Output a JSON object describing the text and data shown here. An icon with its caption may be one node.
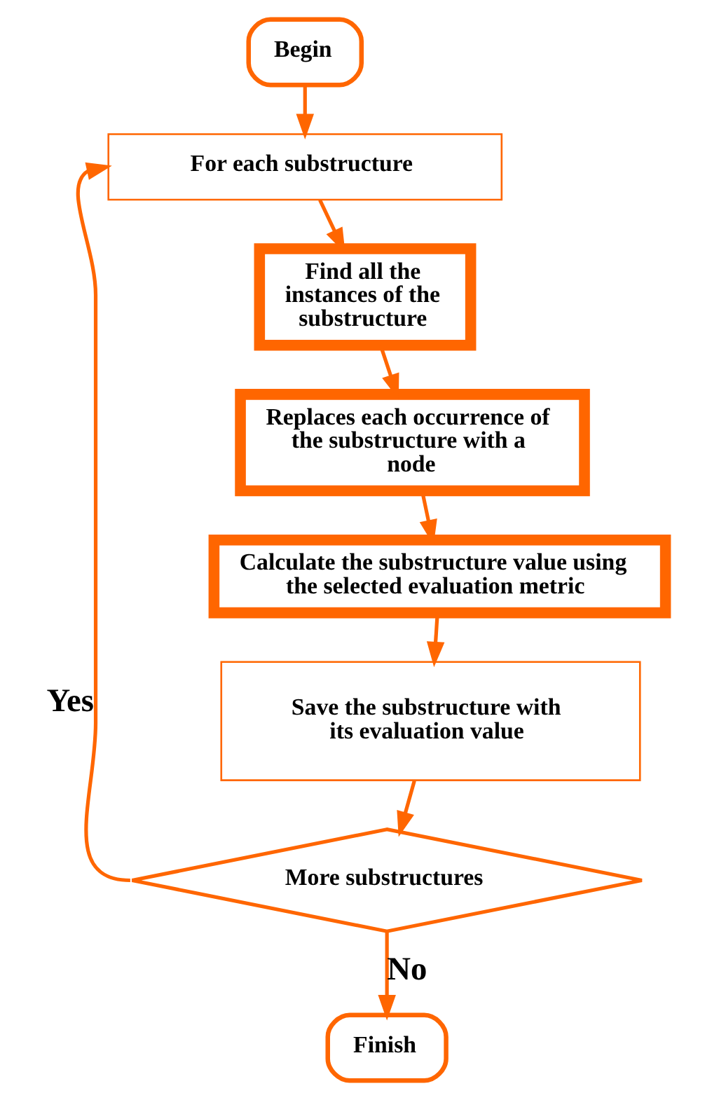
{
  "diagram": {
    "nodes": [
      {
        "text": [
          "Begin"
        ]
      },
      {
        "text": [
          "For each substructure"
        ]
      },
      {
        "text": [
          "Find all the instances of the substructure"
        ]
      },
      {
        "text": [
          "Replaces each occurrence of the substructure with a node"
        ]
      },
      {
        "text": [
          "Calculate the substructure value using the selected evaluation metric"
        ]
      },
      {
        "text": [
          "Save the substructure with its evaluation value"
        ]
      },
      {
        "text": [
          "More substructures"
        ]
      },
      {
        "text": [
          "Finish"
        ]
      }
    ],
    "edges": [
      {
        "from": 0,
        "to": 1,
        "arrow": "to"
      },
      {
        "from": 1,
        "to": 2,
        "arrow": "to"
      },
      {
        "from": 2,
        "to": 3,
        "arrow": "to"
      },
      {
        "from": 3,
        "to": 4,
        "arrow": "to"
      },
      {
        "from": 4,
        "to": 5,
        "arrow": "to"
      },
      {
        "from": 5,
        "to": 6,
        "arrow": "to"
      },
      {
        "from": 6,
        "to": 1,
        "arrow": "to",
        "label": "Yes"
      },
      {
        "from": 6,
        "to": 7,
        "arrow": "to",
        "label": "No"
      }
    ]
  }
}
